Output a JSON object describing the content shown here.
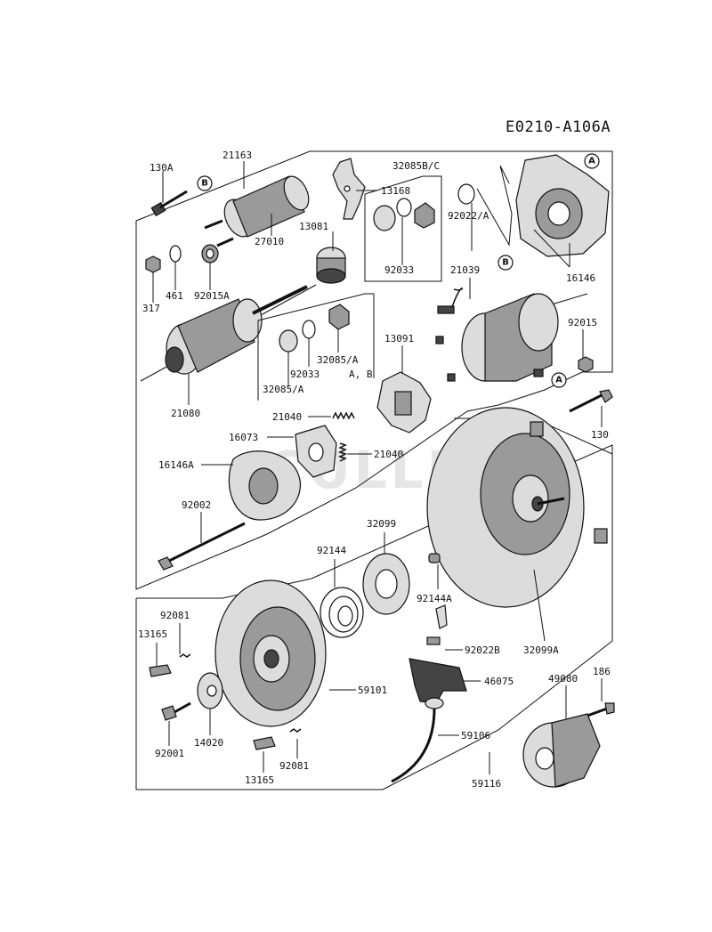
{
  "diagram_code": "E0210-A106A",
  "watermark": "CULLENS",
  "reference_markers": [
    "A",
    "B"
  ],
  "part_numbers": {
    "p130A": "130A",
    "p21163": "21163",
    "p13168": "13168",
    "p32085BC": "32085B/C",
    "p317": "317",
    "p461": "461",
    "p92015A": "92015A",
    "p27010": "27010",
    "p13081": "13081",
    "p92033a": "92033",
    "p92022A": "92022/A",
    "p21039": "21039",
    "p16146": "16146",
    "p92015": "92015",
    "p21080": "21080",
    "p32085A_B": "32085/A",
    "p92033b": "92033",
    "p32085A": "32085/A",
    "pAB": "A, B",
    "p13091": "13091",
    "p21040a": "21040",
    "p130": "130",
    "p16073": "16073",
    "p21040b": "21040",
    "p16146A": "16146A",
    "p92002": "92002",
    "p32099": "32099",
    "p92144": "92144",
    "p92144A": "92144A",
    "p92081a": "92081",
    "p13165a": "13165",
    "p92022B": "92022B",
    "p32099A": "32099A",
    "p186": "186",
    "p49080": "49080",
    "p46075": "46075",
    "p59101": "59101",
    "p92001": "92001",
    "p14020": "14020",
    "p59106": "59106",
    "p13165b": "13165",
    "p92081b": "92081",
    "p59116": "59116"
  }
}
